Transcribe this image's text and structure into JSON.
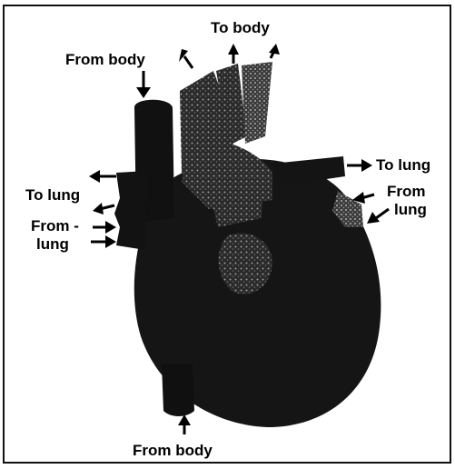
{
  "labels": {
    "to_body_top": "To body",
    "from_body_top": "From body",
    "to_lung_right": "To lung",
    "from_lung_right_1": "From",
    "from_lung_right_2": "lung",
    "to_lung_left": "To lung",
    "from_lung_left_1": "From -",
    "from_lung_left_2": "lung",
    "from_body_bottom": "From body"
  },
  "colors": {
    "heart": "#151515",
    "vessel_texture": "#8a8a8a",
    "arrow": "#000000",
    "frame": "#111111"
  }
}
